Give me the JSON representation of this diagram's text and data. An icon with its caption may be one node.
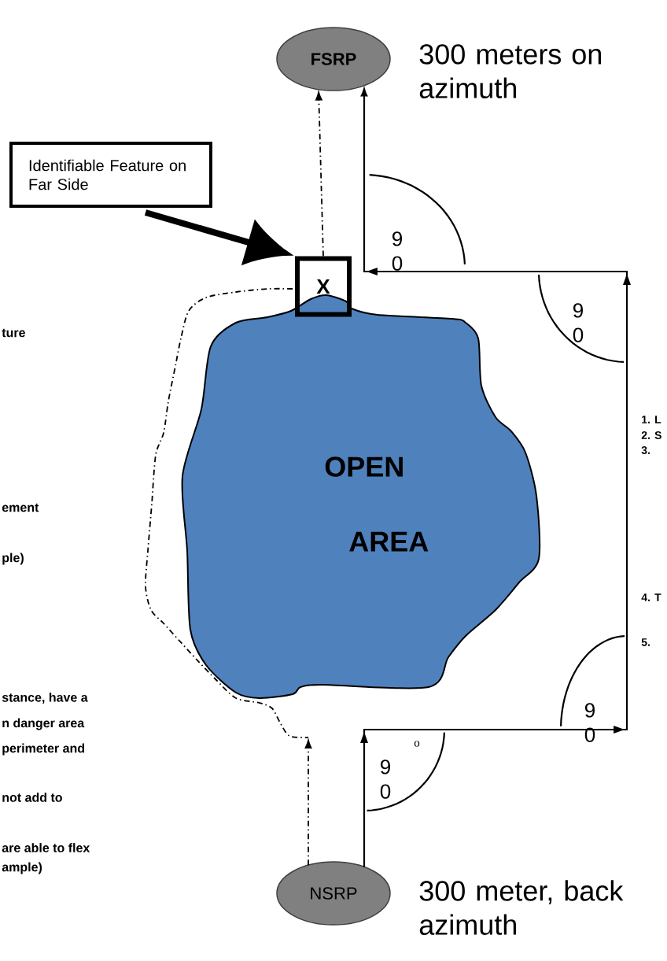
{
  "diagram": {
    "nodes": [
      {
        "text": [
          "FSRP"
        ],
        "beside": [
          "300 meters on azimuth"
        ]
      },
      {
        "text": [
          "Identifiable Feature on Far Side"
        ]
      },
      {
        "text": [
          "X"
        ]
      },
      {
        "text": [
          "OPEN",
          "AREA"
        ]
      },
      {
        "text": [
          "NSRP"
        ],
        "beside": [
          "300 meter, back azimuth"
        ]
      }
    ],
    "edges": [
      {
        "from": 1,
        "to": 2,
        "arrow": "to",
        "style": "thick"
      },
      {
        "from": 2,
        "to": 0,
        "arrow": "to",
        "style": "dashed"
      },
      {
        "from": 4,
        "to": null,
        "arrow": "to",
        "style": "dashed"
      },
      {
        "from": 2,
        "to": null,
        "arrow": "none",
        "style": "dashed"
      },
      {
        "from": 4,
        "to": 0,
        "arrow": "to"
      }
    ],
    "labels": [
      "9 0",
      "9 0",
      "ture",
      "1. L",
      "2. S",
      "3.",
      "ement",
      "ple)",
      "4. T",
      "5.",
      "stance, have a",
      "9 0",
      "n danger area",
      "o",
      "perimeter and",
      "9 0",
      "not add to",
      "are able to flex",
      "ample)"
    ]
  }
}
